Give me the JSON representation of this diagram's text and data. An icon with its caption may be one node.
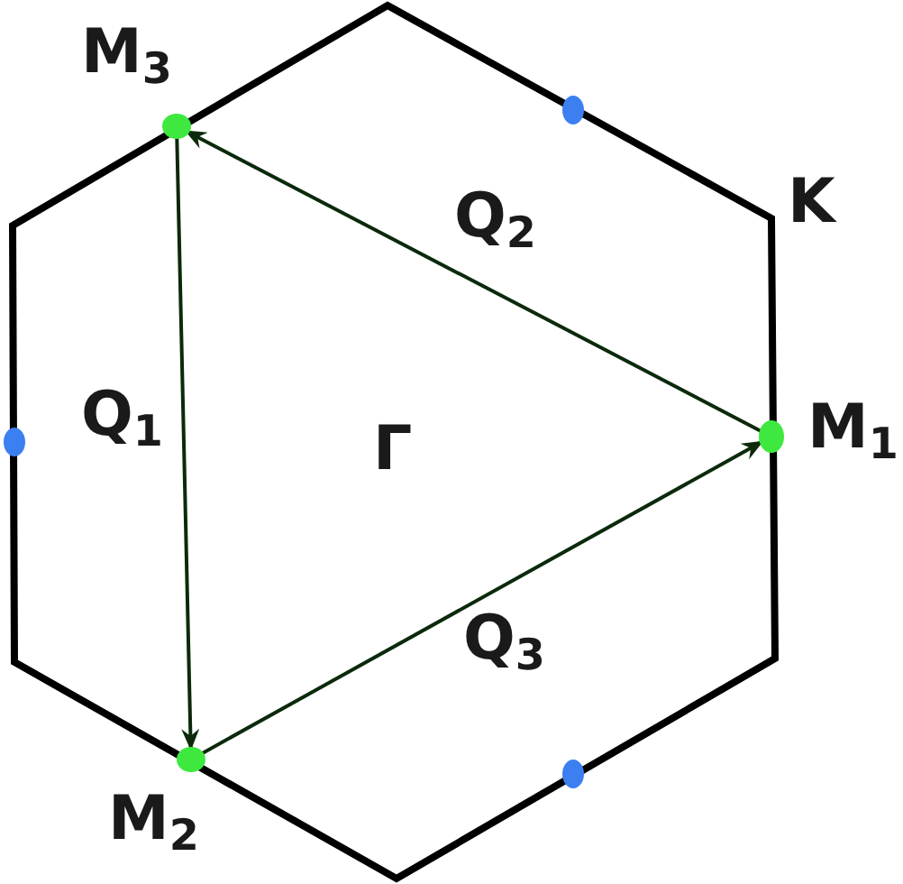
{
  "diagram": {
    "nodes": [
      {
        "text": [
          "M$_{1}$"
        ]
      },
      {
        "text": [
          "M$_{2}$"
        ]
      },
      {
        "text": [
          "M$_{3}$"
        ]
      },
      {
        "text": [],
        "shape": "circle"
      },
      {
        "text": [],
        "shape": "circle"
      },
      {
        "text": [],
        "shape": "circle"
      }
    ],
    "edges": [
      {
        "from": 0,
        "to": 2,
        "arrow": "to",
        "label": "Q$_{2}$"
      },
      {
        "from": 2,
        "to": 1,
        "arrow": "to",
        "label": "Q$_{1}$"
      },
      {
        "from": 1,
        "to": 0,
        "arrow": "to",
        "label": "Q$_{3}$"
      }
    ],
    "labels": [
      "K",
      "Γ"
    ]
  }
}
